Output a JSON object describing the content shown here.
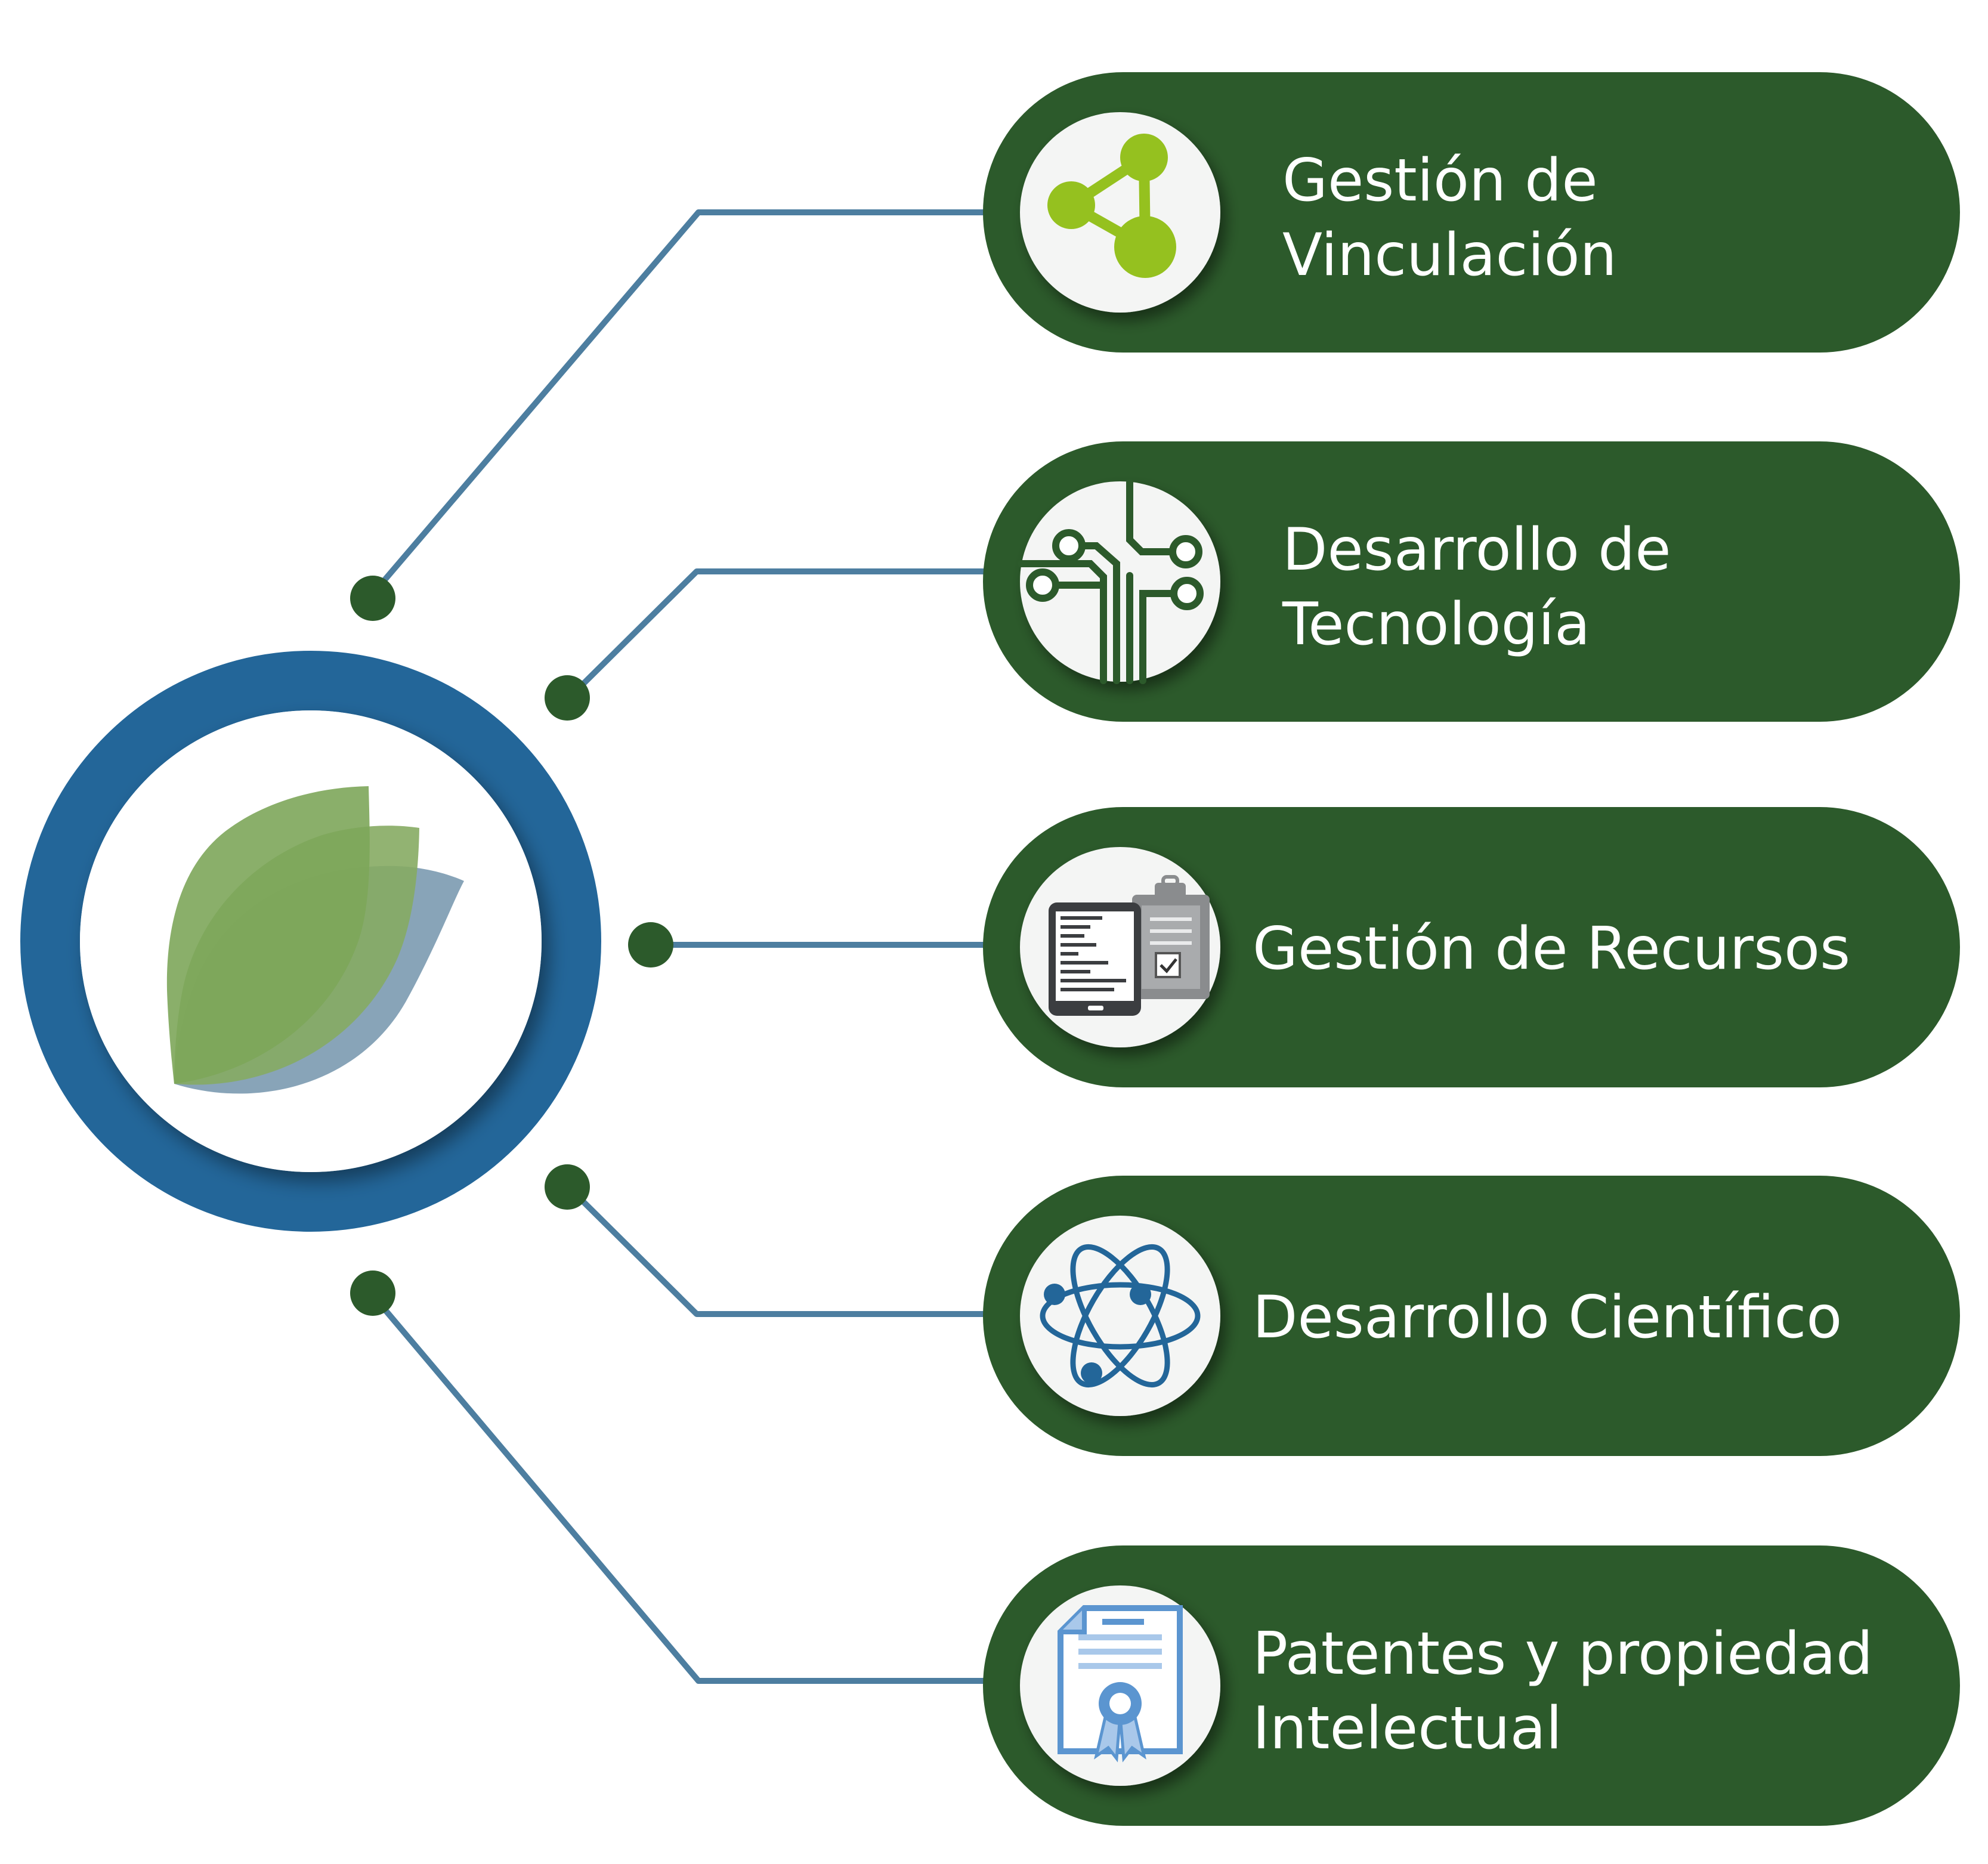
{
  "colors": {
    "pill": "#2c5a2b",
    "connector": "#4d7ea0",
    "dot": "#2c5a2b",
    "hub_ring": "#236699",
    "icon_disc": "#f4f5f4"
  },
  "hub": {
    "icon": "leaf-logo-icon"
  },
  "items": [
    {
      "line1": "Gestión de",
      "line2": "Vinculación",
      "icon": "network-triangle-icon"
    },
    {
      "line1": "Desarrollo de",
      "line2": "Tecnología",
      "icon": "circuit-icon"
    },
    {
      "line1": "Gestión de Recursos",
      "line2": "",
      "icon": "tablet-clipboard-icon"
    },
    {
      "line1": "Desarrollo Científico",
      "line2": "",
      "icon": "atom-icon"
    },
    {
      "line1": "Patentes y propiedad",
      "line2": "Intelectual",
      "icon": "certificate-icon"
    }
  ]
}
